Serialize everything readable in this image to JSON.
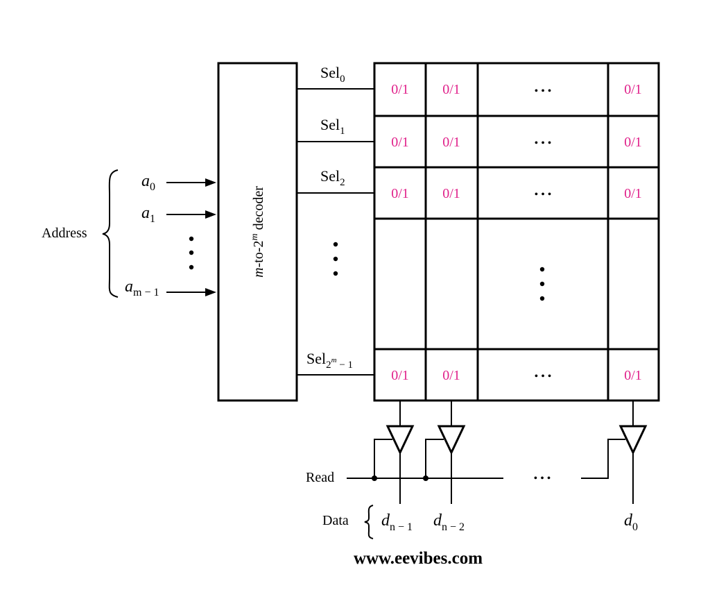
{
  "address_label": "Address",
  "address_inputs": [
    {
      "base": "a",
      "sub": "0"
    },
    {
      "base": "a",
      "sub": "1"
    },
    {
      "base": "a",
      "sub": "m − 1"
    }
  ],
  "decoder": {
    "part1": "m",
    "part2": "-to-2",
    "part3": "m",
    "part4": " decoder"
  },
  "select_lines": [
    {
      "base": "Sel",
      "sub": "0"
    },
    {
      "base": "Sel",
      "sub": "1"
    },
    {
      "base": "Sel",
      "sub": "2"
    },
    {
      "base": "Sel",
      "sub": "2",
      "sup": "m",
      "sub2": " − 1"
    }
  ],
  "cell_value": "0/1",
  "ellipsis": "• • •",
  "read_label": "Read",
  "data_label": "Data",
  "data_outputs": [
    {
      "base": "d",
      "sub": "n − 1"
    },
    {
      "base": "d",
      "sub": "n − 2"
    },
    {
      "base": "d",
      "sub": "0"
    }
  ],
  "watermark": "www.eevibes.com"
}
